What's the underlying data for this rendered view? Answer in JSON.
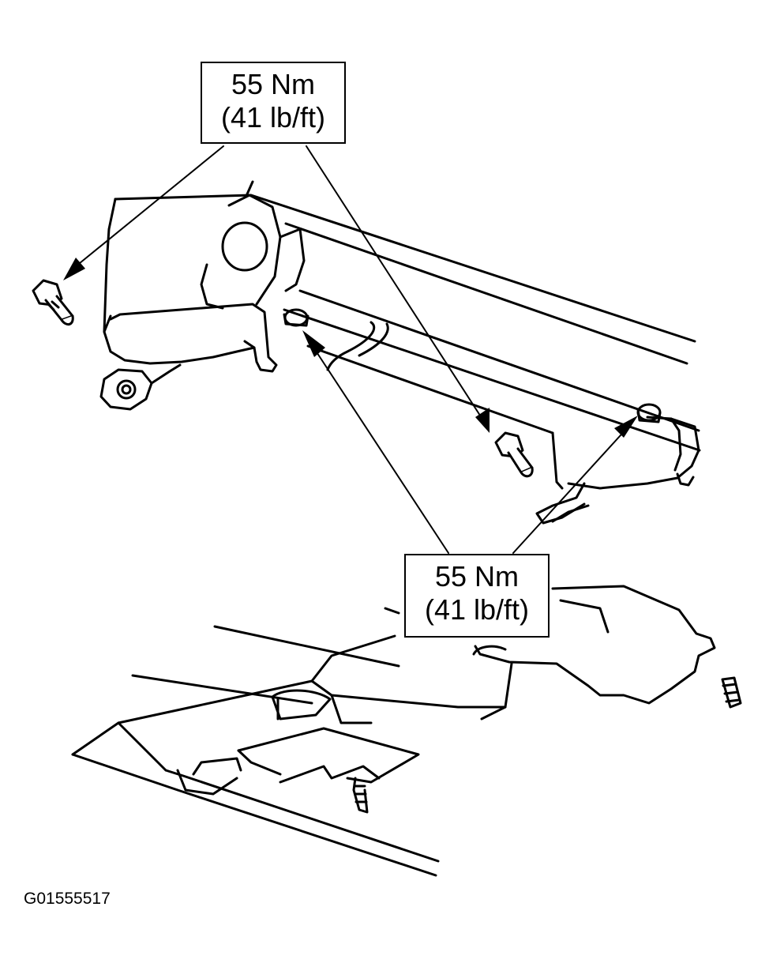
{
  "callouts": [
    {
      "torque_nm": "55 Nm",
      "torque_lbft": "(41 lb/ft)"
    },
    {
      "torque_nm": "55 Nm",
      "torque_lbft": "(41 lb/ft)"
    }
  ],
  "figure_code": "G01555517"
}
